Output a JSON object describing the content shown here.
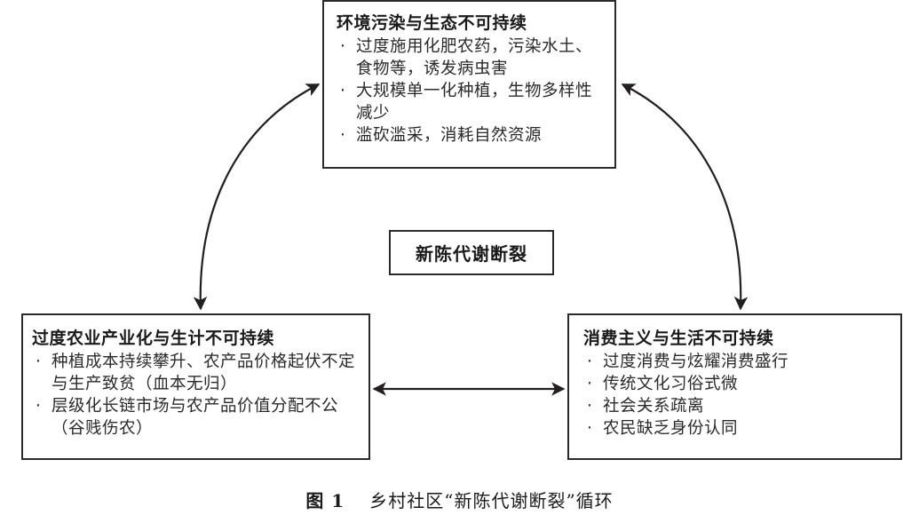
{
  "figure": {
    "center_label": "新陈代谢断裂",
    "caption": {
      "number": "图 1",
      "title": "乡村社区“新陈代谢断裂”循环"
    }
  },
  "boxes": {
    "environment": {
      "title": "环境污染与生态不可持续",
      "items": [
        "过度施用化肥农药，污染水土、食物等，诱发病虫害",
        "大规模单一化种植，生物多样性减少",
        "滥砍滥采，消耗自然资源"
      ]
    },
    "agriculture": {
      "title": "过度农业产业化与生计不可持续",
      "items": [
        "种植成本持续攀升、农产品价格起伏不定与生产致贫（血本无归）",
        "层级化长链市场与农产品价值分配不公（谷贱伤农）"
      ]
    },
    "consumerism": {
      "title": "消费主义与生活不可持续",
      "items": [
        "过度消费与炫耀消费盛行",
        "传统文化习俗式微",
        "社会关系疏离",
        "农民缺乏身份认同"
      ]
    }
  },
  "bullet_glyph": "·",
  "connections": [
    {
      "from": "environment",
      "to": "agriculture",
      "type": "bidirectional-arrow"
    },
    {
      "from": "environment",
      "to": "consumerism",
      "type": "bidirectional-arrow"
    },
    {
      "from": "agriculture",
      "to": "consumerism",
      "type": "bidirectional-arrow"
    }
  ],
  "colors": {
    "stroke": "#231f20",
    "background": "#ffffff"
  }
}
